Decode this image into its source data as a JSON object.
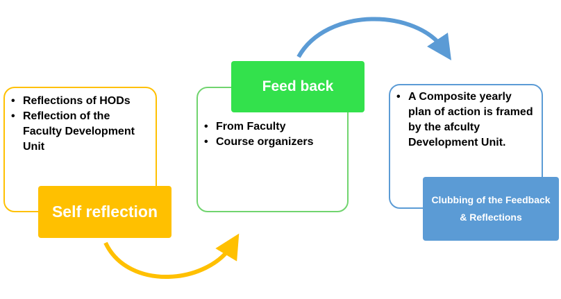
{
  "colors": {
    "yellow": "#ffc000",
    "green": "#33e14c",
    "green_border": "#70d46e",
    "blue": "#5b9bd5"
  },
  "stages": [
    {
      "label": "Self reflection",
      "bullets": [
        "Reflections of HODs",
        "Reflection of the Faculty Development Unit"
      ]
    },
    {
      "label": "Feed back",
      "bullets": [
        "From Faculty",
        "Course organizers"
      ]
    },
    {
      "label": "Clubbing of the Feedback & Reflections",
      "bullets": [
        "A Composite yearly plan of action is framed by the afculty Development Unit."
      ]
    }
  ]
}
